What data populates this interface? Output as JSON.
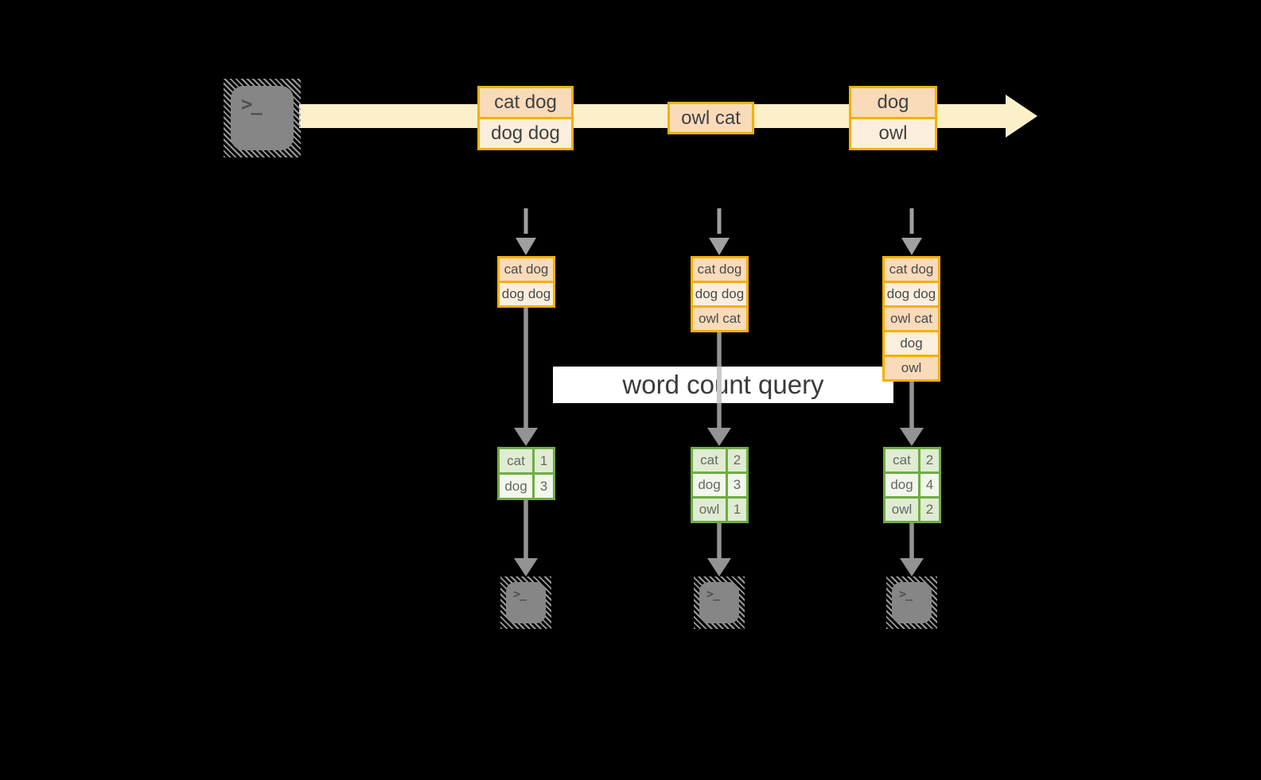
{
  "query_label": "word count query",
  "terminal": {
    "glyph": ">_"
  },
  "stream": {
    "events": [
      {
        "lines": [
          "cat dog",
          "dog dog"
        ]
      },
      {
        "lines": [
          "owl cat"
        ]
      },
      {
        "lines": [
          "dog",
          "owl"
        ]
      }
    ]
  },
  "columns": [
    {
      "buffer": [
        "cat dog",
        "dog dog"
      ],
      "counts": [
        {
          "word": "cat",
          "count": "1"
        },
        {
          "word": "dog",
          "count": "3"
        }
      ]
    },
    {
      "buffer": [
        "cat dog",
        "dog dog",
        "owl cat"
      ],
      "counts": [
        {
          "word": "cat",
          "count": "2"
        },
        {
          "word": "dog",
          "count": "3"
        },
        {
          "word": "owl",
          "count": "1"
        }
      ]
    },
    {
      "buffer": [
        "cat dog",
        "dog dog",
        "owl cat",
        "dog",
        "owl"
      ],
      "counts": [
        {
          "word": "cat",
          "count": "2"
        },
        {
          "word": "dog",
          "count": "4"
        },
        {
          "word": "owl",
          "count": "2"
        }
      ]
    }
  ],
  "colors": {
    "background": "#000000",
    "stream_band": "#FCF0CA",
    "box_border": "#F3B100",
    "box_fill_peach": "#F9DBBA",
    "box_fill_cream": "#FCEEDC",
    "table_border": "#6FAC45",
    "table_fill_green": "#E0ECD2",
    "table_fill_light": "#F2F7EB",
    "arrow_gray": "#979797",
    "query_band_bg": "#FFFFFF"
  }
}
